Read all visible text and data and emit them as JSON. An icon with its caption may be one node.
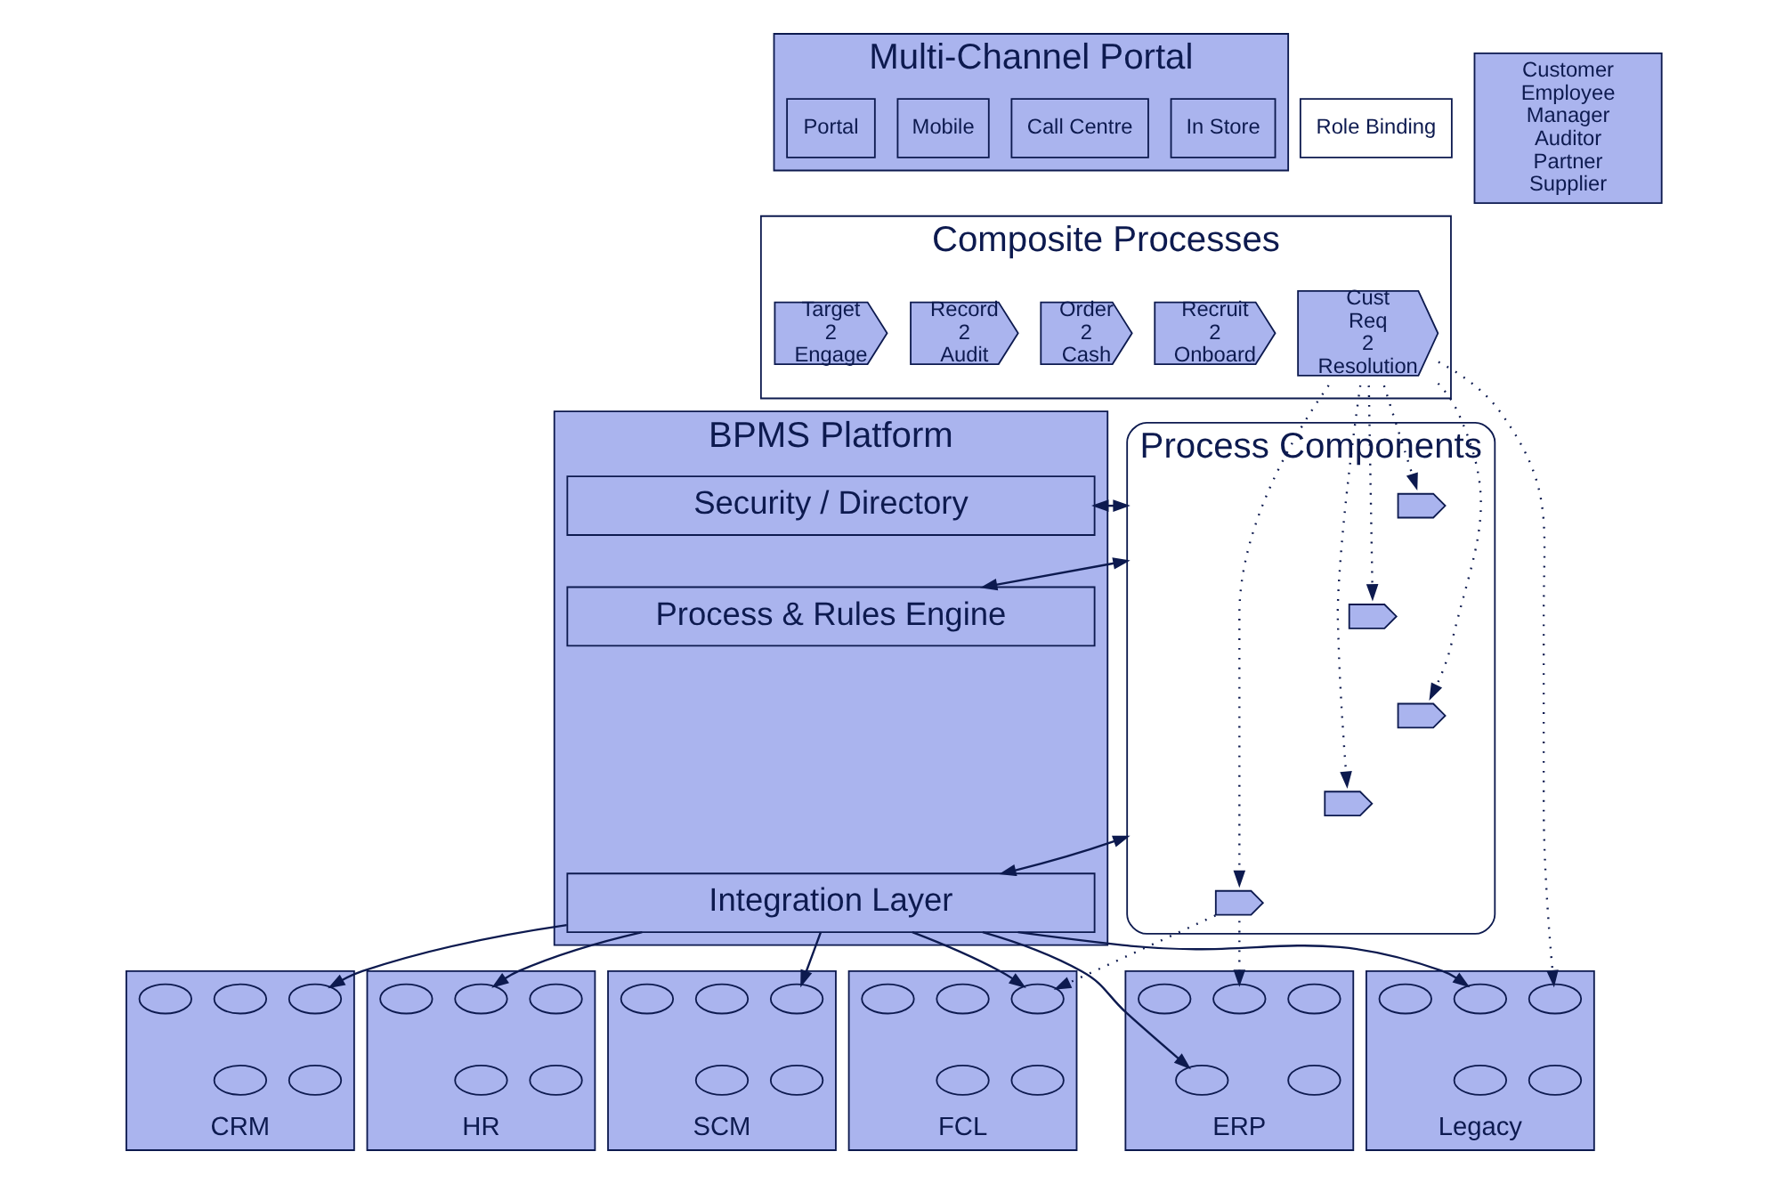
{
  "diagram": {
    "nodes": [
      {
        "text": [
          "Multi-Channel Portal"
        ]
      },
      {
        "text": [
          "Portal"
        ],
        "in": 0
      },
      {
        "text": [
          "Mobile"
        ],
        "in": 0
      },
      {
        "text": [
          "Call Centre"
        ],
        "in": 0
      },
      {
        "text": [
          "In Store"
        ],
        "in": 0
      },
      {
        "text": [
          "Role Binding"
        ]
      },
      {
        "text": [
          "Customer",
          "Employee",
          "Manager",
          "Auditor",
          "Partner",
          "Supplier"
        ]
      },
      {
        "text": [
          "Composite Processes"
        ]
      },
      {
        "text": [
          "Target 2 Engage"
        ],
        "in": 7
      },
      {
        "text": [
          "Record 2 Audit"
        ],
        "in": 7
      },
      {
        "text": [
          "Order 2 Cash"
        ],
        "in": 7
      },
      {
        "text": [
          "Recruit 2 Onboard"
        ],
        "in": 7
      },
      {
        "text": [
          "Cust Req 2 Resolution"
        ],
        "in": 7
      },
      {
        "text": [
          "Process Components"
        ]
      },
      {
        "text": [],
        "shape": "pentagon",
        "in": 13
      },
      {
        "text": [],
        "shape": "pentagon",
        "in": 13
      },
      {
        "text": [],
        "shape": "pentagon",
        "in": 13
      },
      {
        "text": [],
        "shape": "pentagon",
        "in": 13
      },
      {
        "text": [],
        "shape": "pentagon",
        "in": 13
      },
      {
        "text": [
          "BPMS Platform"
        ]
      },
      {
        "text": [
          "Security / Directory"
        ],
        "in": 19
      },
      {
        "text": [
          "Process & Rules Engine"
        ],
        "in": 19
      },
      {
        "text": [
          "Integration Layer"
        ],
        "in": 19
      },
      {
        "text": [
          "CRM"
        ]
      },
      {
        "text": [],
        "shape": "ellipse",
        "in": 23
      },
      {
        "text": [],
        "shape": "ellipse",
        "in": 23
      },
      {
        "text": [],
        "shape": "ellipse",
        "in": 23
      },
      {
        "text": [],
        "shape": "ellipse",
        "in": 23
      },
      {
        "text": [],
        "shape": "ellipse",
        "in": 23
      },
      {
        "text": [
          "HR"
        ]
      },
      {
        "text": [],
        "shape": "ellipse",
        "in": 29
      },
      {
        "text": [],
        "shape": "ellipse",
        "in": 29
      },
      {
        "text": [],
        "shape": "ellipse",
        "in": 29
      },
      {
        "text": [],
        "shape": "ellipse",
        "in": 29
      },
      {
        "text": [],
        "shape": "ellipse",
        "in": 29
      },
      {
        "text": [
          "ERP"
        ]
      },
      {
        "text": [],
        "shape": "ellipse",
        "in": 35
      },
      {
        "text": [],
        "shape": "ellipse",
        "in": 35
      },
      {
        "text": [],
        "shape": "ellipse",
        "in": 35
      },
      {
        "text": [],
        "shape": "ellipse",
        "in": 35
      },
      {
        "text": [],
        "shape": "ellipse",
        "in": 35
      },
      {
        "text": [
          "SCM"
        ]
      },
      {
        "text": [],
        "shape": "ellipse",
        "in": 41
      },
      {
        "text": [],
        "shape": "ellipse",
        "in": 41
      },
      {
        "text": [],
        "shape": "ellipse",
        "in": 41
      },
      {
        "text": [],
        "shape": "ellipse",
        "in": 41
      },
      {
        "text": [],
        "shape": "ellipse",
        "in": 41
      },
      {
        "text": [
          "FCL"
        ]
      },
      {
        "text": [],
        "shape": "ellipse",
        "in": 47
      },
      {
        "text": [],
        "shape": "ellipse",
        "in": 47
      },
      {
        "text": [],
        "shape": "ellipse",
        "in": 47
      },
      {
        "text": [],
        "shape": "ellipse",
        "in": 47
      },
      {
        "text": [],
        "shape": "ellipse",
        "in": 47
      },
      {
        "text": [
          "Legacy"
        ]
      },
      {
        "text": [],
        "shape": "ellipse",
        "in": 53
      },
      {
        "text": [],
        "shape": "ellipse",
        "in": 53
      },
      {
        "text": [],
        "shape": "ellipse",
        "in": 53
      },
      {
        "text": [],
        "shape": "ellipse",
        "in": 53
      },
      {
        "text": [],
        "shape": "ellipse",
        "in": 53
      }
    ],
    "edges": [
      {
        "from": 20,
        "to": 13,
        "arrow": "both"
      },
      {
        "from": 21,
        "to": 13,
        "arrow": "both"
      },
      {
        "from": 22,
        "to": 13,
        "arrow": "both"
      },
      {
        "from": 12,
        "to": 14,
        "arrow": "to",
        "style": "dashed"
      },
      {
        "from": 12,
        "to": 15,
        "arrow": "to",
        "style": "dashed"
      },
      {
        "from": 12,
        "to": 16,
        "arrow": "to",
        "style": "dashed"
      },
      {
        "from": 12,
        "to": 17,
        "arrow": "to",
        "style": "dashed"
      },
      {
        "from": 12,
        "to": 18,
        "arrow": "to",
        "style": "dashed"
      },
      {
        "from": 12,
        "to": 55,
        "arrow": "to",
        "style": "dashed"
      },
      {
        "from": 22,
        "to": 24,
        "arrow": "to"
      },
      {
        "from": 22,
        "to": 31,
        "arrow": "to"
      },
      {
        "from": 22,
        "to": 39,
        "arrow": "to"
      },
      {
        "from": 22,
        "to": 42,
        "arrow": "to"
      },
      {
        "from": 22,
        "to": 48,
        "arrow": "to"
      },
      {
        "from": 22,
        "to": 54,
        "arrow": "to"
      },
      {
        "from": 18,
        "to": 36,
        "arrow": "to",
        "style": "dashed"
      },
      {
        "from": 18,
        "to": 48,
        "arrow": "to",
        "style": "dashed"
      }
    ]
  }
}
